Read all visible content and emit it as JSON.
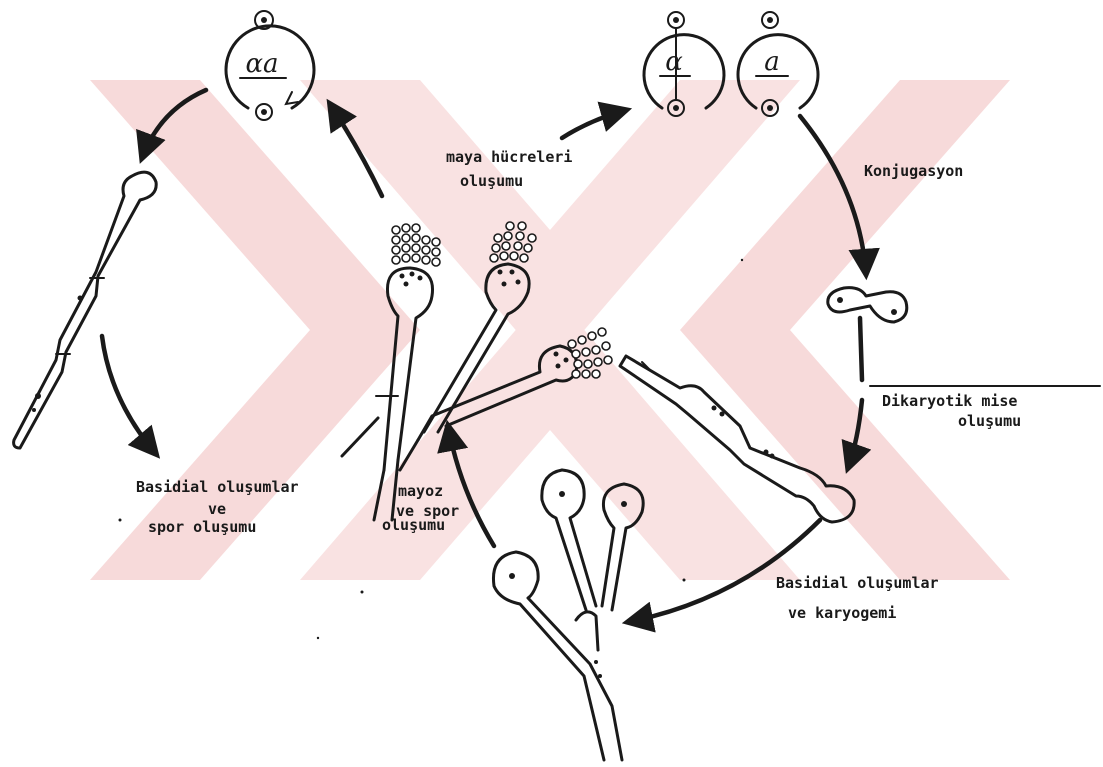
{
  "cells": [
    {
      "id": "cell-alpha-a",
      "genotype": "αa"
    },
    {
      "id": "cell-alpha",
      "genotype": "α"
    },
    {
      "id": "cell-a",
      "genotype": "a"
    }
  ],
  "labels": {
    "maya_line1": "maya hücreleri",
    "maya_line2": "oluşumu",
    "konjugasyon": "Konjugasyon",
    "dikaryotik_line1": "Dikaryotik mise",
    "dikaryotik_line2": "oluşumu",
    "basidial_right_line1": "Basidial oluşumlar",
    "basidial_right_line2": "ve karyogemi",
    "basidial_left_line1": "Basidial oluşumlar",
    "basidial_left_line2": "ve",
    "basidial_left_line3": "spor oluşumu",
    "mayoz_line1": "mayoz",
    "mayoz_line2": "ve spor",
    "mayoz_line3": "oluşumu"
  },
  "colors": {
    "ink": "#1a1a1a",
    "watermark": "#f3c4c4"
  }
}
